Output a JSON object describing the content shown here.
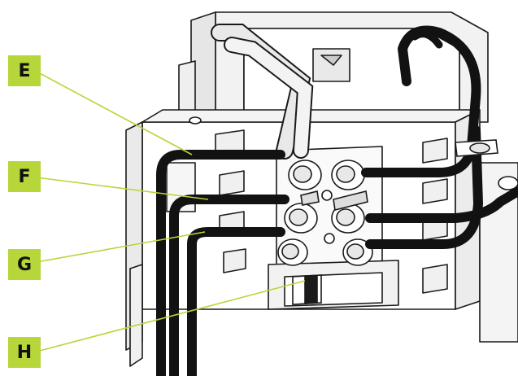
{
  "accent_color": "#b7d63a",
  "labels": [
    {
      "id": "E",
      "text": "E"
    },
    {
      "id": "F",
      "text": "F"
    },
    {
      "id": "G",
      "text": "G"
    },
    {
      "id": "H",
      "text": "H"
    }
  ]
}
